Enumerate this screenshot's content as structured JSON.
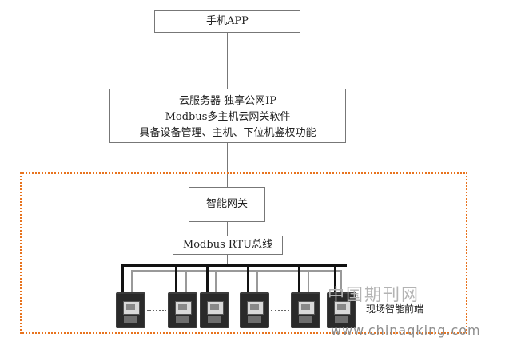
{
  "nodes": {
    "app": "手机APP",
    "cloud_lines": [
      "云服务器 独享公网IP",
      "Modbus多主机云网关软件",
      "具备设备管理、主机、下位机鉴权功能"
    ],
    "gateway": "智能网关",
    "bus": "Modbus RTU总线"
  },
  "field_label": "现场智能前端",
  "watermark": {
    "cn": "中国期刊网",
    "url": "www.chinaqking.com"
  },
  "colors": {
    "frame_border": "#e8731e",
    "meter_body": "#2a2a2a",
    "line": "#777777"
  }
}
